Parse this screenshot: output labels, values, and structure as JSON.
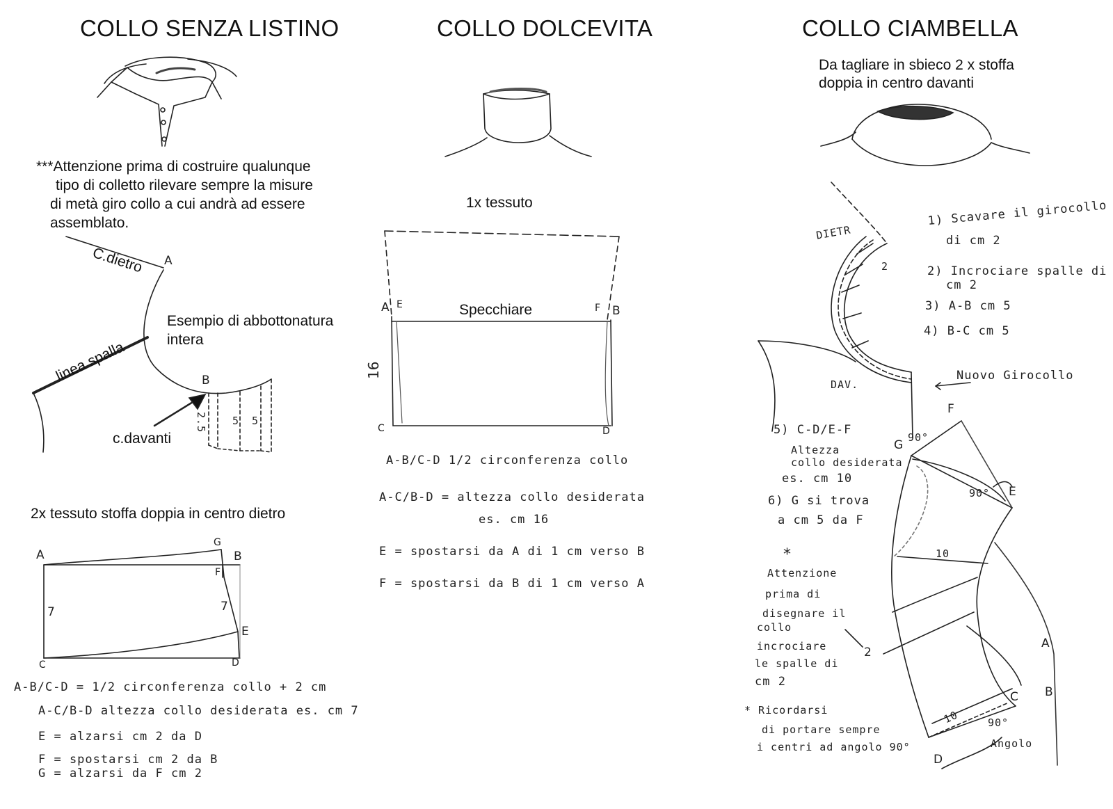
{
  "titles": {
    "senza_listino": "COLLO SENZA LISTINO",
    "dolcevita": "COLLO DOLCEVITA",
    "ciambella": "COLLO CIAMBELLA"
  },
  "left": {
    "warning": [
      "***Attenzione prima di costruire qualunque",
      "tipo di colletto rilevare sempre la misure",
      "di metà giro collo a cui andrà ad essere",
      "assemblato."
    ],
    "c_dietro": "C.dietro",
    "linea_spalla": "linea spalla",
    "esempio": [
      "Esempio di abbottonatura",
      "intera"
    ],
    "c_davanti": "c.davanti",
    "point_a": "A",
    "point_b": "B",
    "small_2_5": "2.5",
    "small_5a": "5",
    "small_5b": "5",
    "tessuto": "2x tessuto stoffa doppia in centro dietro",
    "rect": {
      "a": "A",
      "b": "B",
      "c": "C",
      "d": "D",
      "e": "E",
      "f": "F",
      "g": "G",
      "left_h": "7",
      "right_h": "7"
    },
    "notes": [
      "A-B/C-D = 1/2 circonferenza collo + 2 cm",
      "A-C/B-D altezza collo desiderata es. cm 7",
      "E = alzarsi cm 2 da D",
      "F = spostarsi cm 2 da B",
      "G = alzarsi da F cm 2"
    ]
  },
  "middle": {
    "tessuto": "1x tessuto",
    "specchiare": "Specchiare",
    "a": "A",
    "e": "E",
    "f": "F",
    "b": "B",
    "c": "C",
    "d": "D",
    "height": "16",
    "notes": [
      "A-B/C-D  1/2 circonferenza collo",
      "A-C/B-D = altezza collo desiderata",
      "es. cm 16",
      "E = spostarsi da A di 1 cm verso B",
      "F = spostarsi da B di 1 cm verso A"
    ]
  },
  "right": {
    "cut_note": [
      "Da tagliare in sbieco 2 x stoffa",
      "doppia in centro davanti"
    ],
    "dietr": "DIETR",
    "dav": "DAV.",
    "two": "2",
    "steps": [
      "1) Scavare il girocollo",
      "di cm 2",
      "2) Incrociare spalle di",
      "cm 2",
      "3) A-B cm 5",
      "4) B-C cm 5"
    ],
    "nuovo_girocollo": "Nuovo Girocollo",
    "step5": [
      "5) C-D/E-F",
      "Altezza",
      "collo desiderata",
      "es. cm 10"
    ],
    "step6": [
      "6) G si trova",
      "a cm 5 da F"
    ],
    "attenzione": [
      "*",
      "Attenzione",
      "prima di",
      "disegnare il",
      "collo",
      "incrociare",
      "le spalle di",
      "cm 2"
    ],
    "ricordarsi": [
      "* Ricordarsi",
      "di portare sempre",
      "i centri ad angolo 90°"
    ],
    "labels": {
      "f": "F",
      "g": "G",
      "e": "E",
      "a": "A",
      "b": "B",
      "c": "C",
      "d": "D",
      "deg90a": "90°",
      "deg90b": "90°",
      "deg90c": "90°",
      "ten_a": "10",
      "ten_b": "10",
      "two_b": "2",
      "angolo": "Angolo"
    }
  }
}
